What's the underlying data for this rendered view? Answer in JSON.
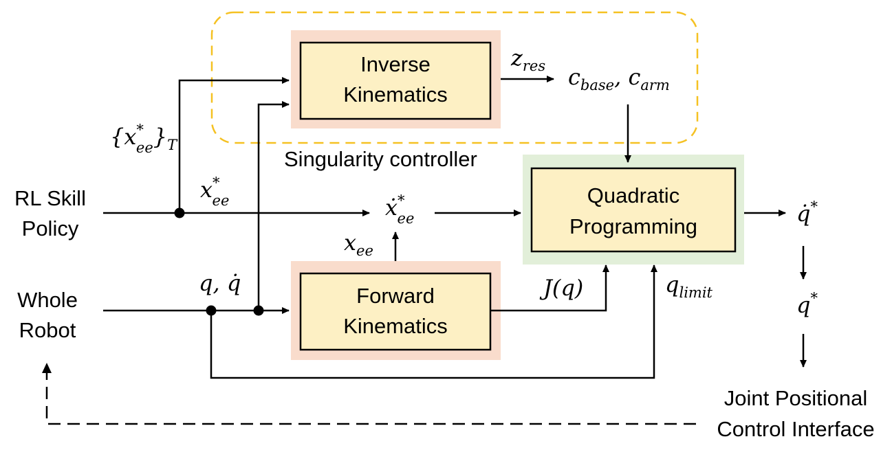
{
  "colors": {
    "block_fill": "#fdf0c4",
    "block_border": "#000000",
    "kinematics_halo": "#f9dccc",
    "qp_halo": "#e2efd9",
    "singularity_dash": "#f5c122"
  },
  "blocks": {
    "inverse_kinematics": [
      "Inverse",
      "Kinematics"
    ],
    "forward_kinematics": [
      "Forward",
      "Kinematics"
    ],
    "quadratic_programming": [
      "Quadratic",
      "Programming"
    ]
  },
  "groups": {
    "singularity_controller": "Singularity controller"
  },
  "inputs": {
    "rl_skill_policy": [
      "RL Skill",
      "Policy"
    ],
    "whole_robot": [
      "Whole",
      "Robot"
    ]
  },
  "outputs": {
    "joint_interface": [
      "Joint Positional",
      "Control Interface"
    ]
  },
  "signals": {
    "traj_target": {
      "main": "{x",
      "sub": "ee",
      "sup": "*",
      "suffix": "}",
      "suffix_sub": "T"
    },
    "ee_target": {
      "main": "x",
      "sub": "ee",
      "sup": "*"
    },
    "ee_vel_target": {
      "main": "ẋ",
      "sub": "ee",
      "sup": "*"
    },
    "ee_pose": {
      "main": "x",
      "sub": "ee"
    },
    "joint_state": {
      "main": "q, q̇"
    },
    "z_res": {
      "main": "z",
      "sub": "res"
    },
    "costs": {
      "main1": "c",
      "sub1": "base",
      "sep": ", ",
      "main2": "c",
      "sub2": "arm"
    },
    "jacobian": {
      "main": "J(q)"
    },
    "q_limit": {
      "main": "q",
      "sub": "limit"
    },
    "qdot_star": {
      "main": "q̇",
      "sup": "*"
    },
    "q_star": {
      "main": "q",
      "sup": "*"
    }
  }
}
